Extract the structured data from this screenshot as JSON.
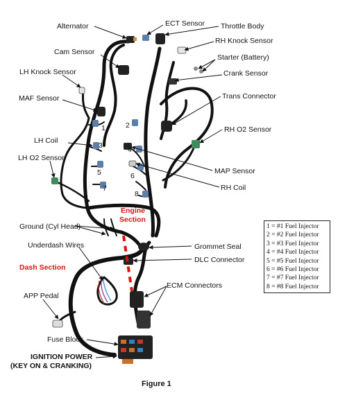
{
  "labels": {
    "alternator": "Alternator",
    "ect_sensor": "ECT Sensor",
    "throttle_body": "Throttle Body",
    "cam_sensor": "Cam Sensor",
    "rh_knock_sensor": "RH Knock Sensor",
    "starter": "Starter (Battery)",
    "lh_knock_sensor": "LH Knock Sensor",
    "crank_sensor": "Crank Sensor",
    "maf_sensor": "MAF Sensor",
    "trans_connector": "Trans Connector",
    "rh_o2_sensor": "RH O2 Sensor",
    "lh_coil": "LH Coil",
    "lh_o2_sensor": "LH O2 Sensor",
    "map_sensor": "MAP Sensor",
    "rh_coil": "RH Coil",
    "engine_section_line1": "Engine",
    "engine_section_line2": "Section",
    "ground": "Ground (Cyl Head)",
    "grommet_seal": "Grommet Seal",
    "underdash_wires": "Underdash Wires",
    "dlc_connector": "DLC Connector",
    "dash_section": "Dash Section",
    "ecm_connectors": "ECM Connectors",
    "app_pedal": "APP Pedal",
    "fuse_block": "Fuse Block",
    "ignition_line1": "IGNITION POWER",
    "ignition_line2": "(KEY ON & CRANKING)",
    "figure_caption": "Figure 1"
  },
  "injector_numbers": [
    "1",
    "2",
    "3",
    "4",
    "5",
    "6",
    "7",
    "8"
  ],
  "legend": [
    "1 = #1 Fuel Injector",
    "2 = #2 Fuel Injector",
    "3 = #3 Fuel Injector",
    "4 = #4 Fuel Injector",
    "5 = #5 Fuel Injector",
    "6 = #6 Fuel Injector",
    "7 = #7 Fuel Injector",
    "8 = #8 Fuel Injector"
  ],
  "colors": {
    "text": "#111111",
    "section_text": "#e01010",
    "harness": "#111111",
    "connector_blue": "#5d7fa8",
    "connector_green": "#3f8a5a",
    "connector_grey": "#9aa3ab",
    "fuse_block_orange": "#c9702c"
  }
}
